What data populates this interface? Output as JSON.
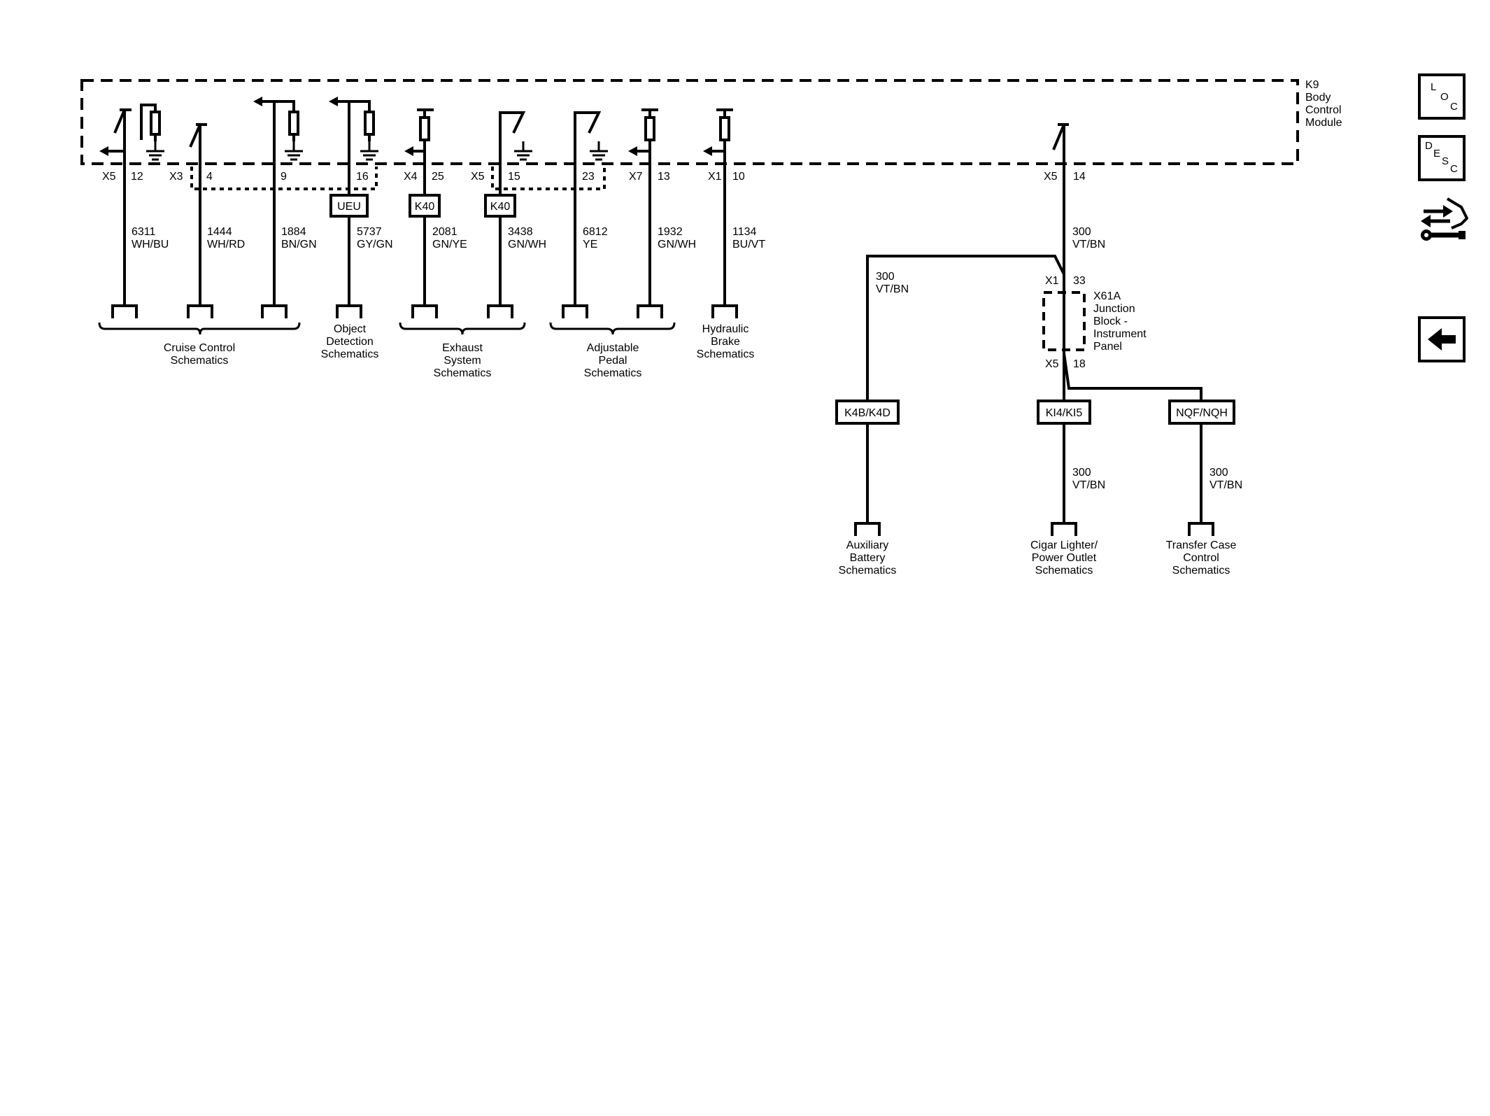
{
  "module": {
    "id": "K9",
    "name_lines": [
      "Body",
      "Control",
      "Module"
    ]
  },
  "pins": [
    {
      "conn": "X5",
      "pin": "12",
      "circuit": "6311",
      "color": "WH/BU"
    },
    {
      "conn": "X3",
      "pin": "4",
      "circuit": "1444",
      "color": "WH/RD"
    },
    {
      "conn": "",
      "pin": "9",
      "circuit": "1884",
      "color": "BN/GN"
    },
    {
      "conn": "",
      "pin": "16",
      "circuit": "5737",
      "color": "GY/GN",
      "option": "UEU"
    },
    {
      "conn": "X4",
      "pin": "25",
      "circuit": "2081",
      "color": "GN/YE",
      "option": "K40"
    },
    {
      "conn": "X5",
      "pin": "15",
      "circuit": "3438",
      "color": "GN/WH",
      "option": "K40"
    },
    {
      "conn": "",
      "pin": "23",
      "circuit": "6812",
      "color": "YE"
    },
    {
      "conn": "X7",
      "pin": "13",
      "circuit": "1932",
      "color": "GN/WH"
    },
    {
      "conn": "X1",
      "pin": "10",
      "circuit": "1134",
      "color": "BU/VT"
    }
  ],
  "groups": [
    {
      "lines": [
        "Cruise Control",
        "Schematics"
      ]
    },
    {
      "lines": [
        "Object",
        "Detection",
        "Schematics"
      ]
    },
    {
      "lines": [
        "Exhaust",
        "System",
        "Schematics"
      ]
    },
    {
      "lines": [
        "Adjustable",
        "Pedal",
        "Schematics"
      ]
    },
    {
      "lines": [
        "Hydraulic",
        "Brake",
        "Schematics"
      ]
    }
  ],
  "right": {
    "main_conn": "X5",
    "main_pin": "14",
    "main_circuit": "300",
    "main_color": "VT/BN",
    "left_branch_circuit": "300",
    "left_branch_color": "VT/BN",
    "junction_top_conn": "X1",
    "junction_top_pin": "33",
    "junction_lines": [
      "X61A",
      "Junction",
      "Block -",
      "Instrument",
      "Panel"
    ],
    "junction_bottom_conn": "X5",
    "junction_bottom_pin": "18",
    "options": [
      "K4B/K4D",
      "KI4/KI5",
      "NQF/NQH"
    ],
    "mid_circuit": "300",
    "mid_color": "VT/BN",
    "right_circuit": "300",
    "right_color": "VT/BN",
    "dest1": [
      "Auxiliary",
      "Battery",
      "Schematics"
    ],
    "dest2": [
      "Cigar Lighter/",
      "Power Outlet",
      "Schematics"
    ],
    "dest3": [
      "Transfer Case",
      "Control",
      "Schematics"
    ]
  },
  "nav": {
    "loc": [
      "L",
      "O",
      "C"
    ],
    "desc": [
      "D",
      "E",
      "S",
      "C"
    ],
    "connector_icon": "connector-wrench-icon",
    "back_icon": "back-arrow-icon"
  }
}
